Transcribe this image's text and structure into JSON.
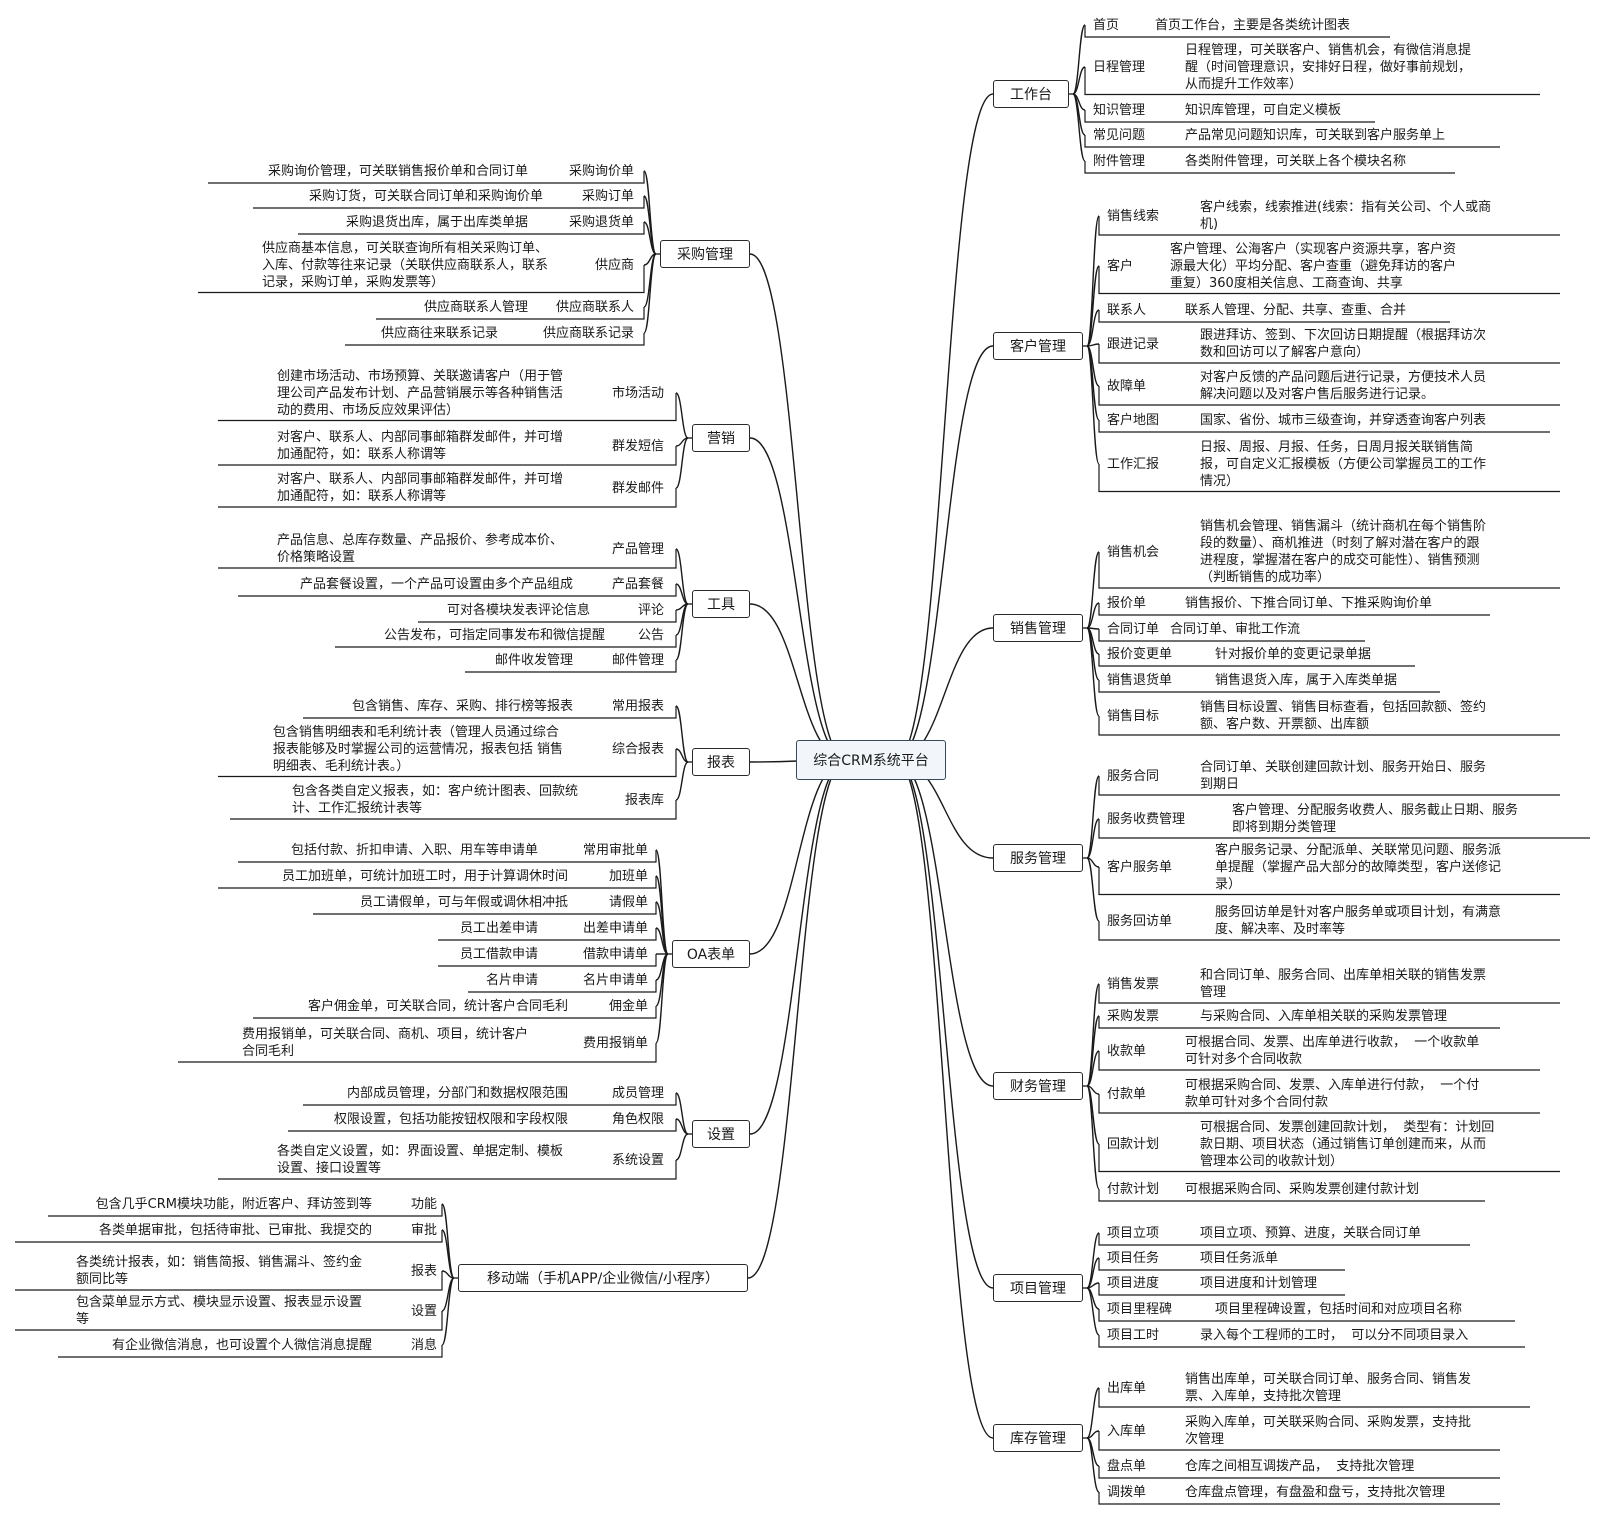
{
  "center": "综合CRM系统平台",
  "right": [
    {
      "title": "工作台",
      "children": [
        {
          "name": "首页",
          "desc": "首页工作台，主要是各类统计图表"
        },
        {
          "name": "日程管理",
          "desc": "日程管理，可关联客户、销售机会，有微信消息提\n醒（时间管理意识，安排好日程，做好事前规划，\n从而提升工作效率）"
        },
        {
          "name": "知识管理",
          "desc": "知识库管理，可自定义模板"
        },
        {
          "name": "常见问题",
          "desc": "产品常见问题知识库，可关联到客户服务单上"
        },
        {
          "name": "附件管理",
          "desc": "各类附件管理，可关联上各个模块名称"
        }
      ]
    },
    {
      "title": "客户管理",
      "children": [
        {
          "name": "销售线索",
          "desc": "客户线索，线索推进(线索：指有关公司、个人或商\n机)"
        },
        {
          "name": "客户",
          "desc": "客户管理、公海客户（实现客户资源共享，客户资\n源最大化）平均分配、客户查重（避免拜访的客户\n重复）360度相关信息、工商查询、共享"
        },
        {
          "name": "联系人",
          "desc": "联系人管理、分配、共享、查重、合并"
        },
        {
          "name": "跟进记录",
          "desc": "跟进拜访、签到、下次回访日期提醒（根据拜访次\n数和回访可以了解客户意向）"
        },
        {
          "name": "故障单",
          "desc": "对客户反馈的产品问题后进行记录，方便技术人员\n解决问题以及对客户售后服务进行记录。"
        },
        {
          "name": "客户地图",
          "desc": "国家、省份、城市三级查询，并穿透查询客户列表"
        },
        {
          "name": "工作汇报",
          "desc": "日报、周报、月报、任务，日周月报关联销售简\n报，可自定义汇报模板（方便公司掌握员工的工作\n情况）"
        }
      ]
    },
    {
      "title": "销售管理",
      "children": [
        {
          "name": "销售机会",
          "desc": "销售机会管理、销售漏斗（统计商机在每个销售阶\n段的数量）、商机推进（时刻了解对潜在客户的跟\n进程度，掌握潜在客户的成交可能性）、销售预测\n（判断销售的成功率）"
        },
        {
          "name": "报价单",
          "desc": "销售报价、下推合同订单、下推采购询价单"
        },
        {
          "name": "合同订单",
          "desc": "合同订单、审批工作流"
        },
        {
          "name": "报价变更单",
          "desc": "针对报价单的变更记录单据"
        },
        {
          "name": "销售退货单",
          "desc": "销售退货入库，属于入库类单据"
        },
        {
          "name": "销售目标",
          "desc": "销售目标设置、销售目标查看，包括回款额、签约\n额、客户数、开票额、出库额"
        }
      ]
    },
    {
      "title": "服务管理",
      "children": [
        {
          "name": "服务合同",
          "desc": "合同订单、关联创建回款计划、服务开始日、服务\n到期日"
        },
        {
          "name": "服务收费管理",
          "desc": "客户管理、分配服务收费人、服务截止日期、服务\n即将到期分类管理"
        },
        {
          "name": "客户服务单",
          "desc": "客户服务记录、分配派单、关联常见问题、服务派\n单提醒（掌握产品大部分的故障类型，客户送修记\n录）"
        },
        {
          "name": "服务回访单",
          "desc": "服务回访单是针对客户服务单或项目计划，有满意\n度、解决率、及时率等"
        }
      ]
    },
    {
      "title": "财务管理",
      "children": [
        {
          "name": "销售发票",
          "desc": "和合同订单、服务合同、出库单相关联的销售发票\n管理"
        },
        {
          "name": "采购发票",
          "desc": "与采购合同、入库单相关联的采购发票管理"
        },
        {
          "name": "收款单",
          "desc": "可根据合同、发票、出库单进行收款，  一个收款单\n可针对多个合同收款"
        },
        {
          "name": "付款单",
          "desc": "可根据采购合同、发票、入库单进行付款，  一个付\n款单可针对多个合同付款"
        },
        {
          "name": "回款计划",
          "desc": "可根据合同、发票创建回款计划，  类型有：计划回\n款日期、项目状态（通过销售订单创建而来，从而\n管理本公司的收款计划）"
        },
        {
          "name": "付款计划",
          "desc": "可根据采购合同、采购发票创建付款计划"
        }
      ]
    },
    {
      "title": "项目管理",
      "children": [
        {
          "name": "项目立项",
          "desc": "项目立项、预算、进度，关联合同订单"
        },
        {
          "name": "项目任务",
          "desc": "项目任务派单"
        },
        {
          "name": "项目进度",
          "desc": "项目进度和计划管理"
        },
        {
          "name": "项目里程碑",
          "desc": "项目里程碑设置，包括时间和对应项目名称"
        },
        {
          "name": "项目工时",
          "desc": "录入每个工程师的工时，  可以分不同项目录入"
        }
      ]
    },
    {
      "title": "库存管理",
      "children": [
        {
          "name": "出库单",
          "desc": "销售出库单，可关联合同订单、服务合同、销售发\n票、入库单，支持批次管理"
        },
        {
          "name": "入库单",
          "desc": "采购入库单，可关联采购合同、采购发票，支持批\n次管理"
        },
        {
          "name": "盘点单",
          "desc": "仓库之间相互调拨产品，  支持批次管理"
        },
        {
          "name": "调拨单",
          "desc": "仓库盘点管理，有盘盈和盘亏，支持批次管理"
        }
      ]
    }
  ],
  "left": [
    {
      "title": "采购管理",
      "children": [
        {
          "name": "采购询价单",
          "desc": "采购询价管理，可关联销售报价单和合同订单"
        },
        {
          "name": "采购订单",
          "desc": "采购订货，可关联合同订单和采购询价单"
        },
        {
          "name": "采购退货单",
          "desc": "采购退货出库，属于出库类单据"
        },
        {
          "name": "供应商",
          "desc": "供应商基本信息，可关联查询所有相关采购订单、\n入库、付款等往来记录（关联供应商联系人，联系\n记录，采购订单，采购发票等）"
        },
        {
          "name": "供应商联系人",
          "desc": "供应商联系人管理"
        },
        {
          "name": "供应商联系记录",
          "desc": "供应商往来联系记录"
        }
      ]
    },
    {
      "title": "营销",
      "children": [
        {
          "name": "市场活动",
          "desc": "创建市场活动、市场预算、关联邀请客户（用于管\n理公司产品发布计划、产品营销展示等各种销售活\n动的费用、市场反应效果评估）"
        },
        {
          "name": "群发短信",
          "desc": "对客户、联系人、内部同事邮箱群发邮件，并可增\n加通配符，如：联系人称谓等"
        },
        {
          "name": "群发邮件",
          "desc": "对客户、联系人、内部同事邮箱群发邮件，并可增\n加通配符，如：联系人称谓等"
        }
      ]
    },
    {
      "title": "工具",
      "children": [
        {
          "name": "产品管理",
          "desc": "产品信息、总库存数量、产品报价、参考成本价、\n价格策略设置"
        },
        {
          "name": "产品套餐",
          "desc": "产品套餐设置，一个产品可设置由多个产品组成"
        },
        {
          "name": "评论",
          "desc": "可对各模块发表评论信息"
        },
        {
          "name": "公告",
          "desc": "公告发布，可指定同事发布和微信提醒"
        },
        {
          "name": "邮件管理",
          "desc": "邮件收发管理"
        }
      ]
    },
    {
      "title": "报表",
      "children": [
        {
          "name": "常用报表",
          "desc": "包含销售、库存、采购、排行榜等报表"
        },
        {
          "name": "综合报表",
          "desc": "包含销售明细表和毛利统计表（管理人员通过综合\n报表能够及时掌握公司的运营情况，报表包括 销售\n明细表、毛利统计表。）"
        },
        {
          "name": "报表库",
          "desc": "包含各类自定义报表，如：客户统计图表、回款统\n计、工作汇报统计表等"
        }
      ]
    },
    {
      "title": "OA表单",
      "children": [
        {
          "name": "常用审批单",
          "desc": "包括付款、折扣申请、入职、用车等申请单"
        },
        {
          "name": "加班单",
          "desc": "员工加班单，可统计加班工时，用于计算调休时间"
        },
        {
          "name": "请假单",
          "desc": "员工请假单，可与年假或调休相冲抵"
        },
        {
          "name": "出差申请单",
          "desc": "员工出差申请"
        },
        {
          "name": "借款申请单",
          "desc": "员工借款申请"
        },
        {
          "name": "名片申请单",
          "desc": "名片申请"
        },
        {
          "name": "佣金单",
          "desc": "客户佣金单，可关联合同，统计客户合同毛利"
        },
        {
          "name": "费用报销单",
          "desc": "费用报销单，可关联合同、商机、项目，统计客户\n合同毛利"
        }
      ]
    },
    {
      "title": "设置",
      "children": [
        {
          "name": "成员管理",
          "desc": "内部成员管理，分部门和数据权限范围"
        },
        {
          "name": "角色权限",
          "desc": "权限设置，包括功能按钮权限和字段权限"
        },
        {
          "name": "系统设置",
          "desc": "各类自定义设置，如：界面设置、单据定制、模板\n设置、接口设置等"
        }
      ]
    },
    {
      "title": "移动端（手机APP/企业微信/小程序）",
      "children": [
        {
          "name": "功能",
          "desc": "包含几乎CRM模块功能，附近客户、拜访签到等"
        },
        {
          "name": "审批",
          "desc": "各类单据审批，包括待审批、已审批、我提交的"
        },
        {
          "name": "报表",
          "desc": "各类统计报表，如：销售简报、销售漏斗、签约金\n额同比等"
        },
        {
          "name": "设置",
          "desc": "包含菜单显示方式、模块显示设置、报表显示设置\n等"
        },
        {
          "name": "消息",
          "desc": "有企业微信消息，也可设置个人微信消息提醒"
        }
      ]
    }
  ]
}
